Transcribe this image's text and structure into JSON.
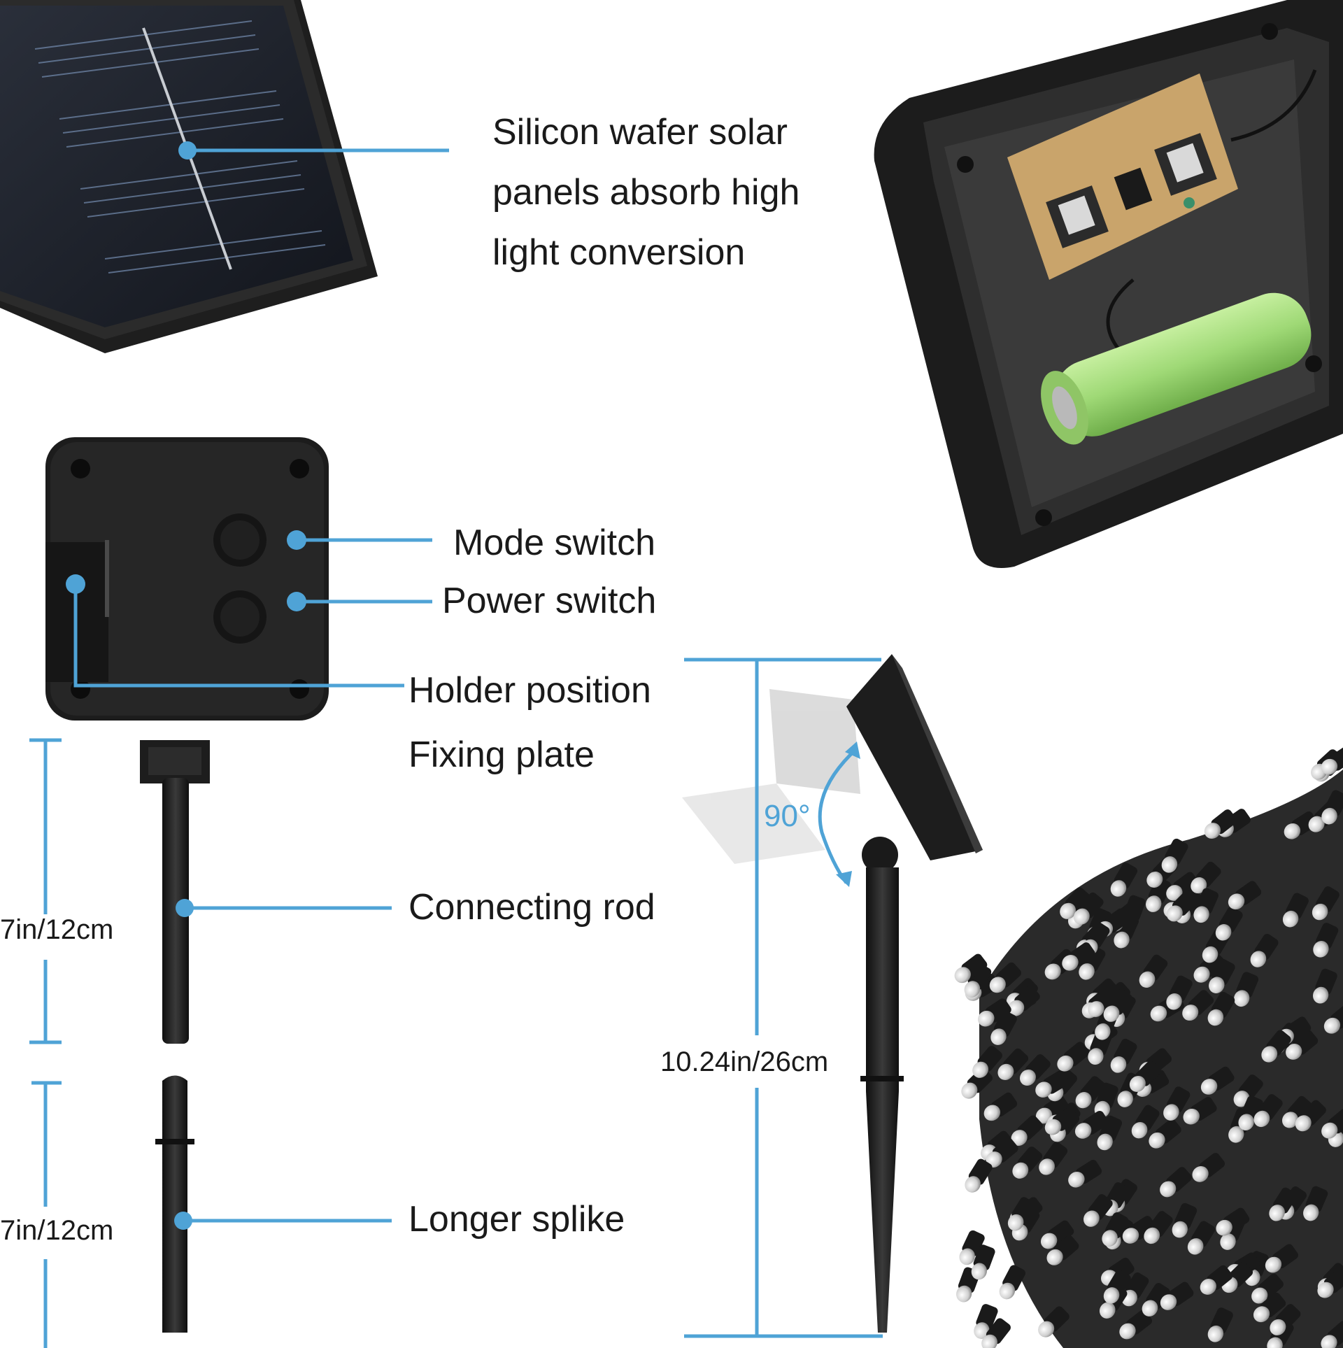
{
  "labels": {
    "solar_panel_line1": "Silicon wafer solar",
    "solar_panel_line2": "panels absorb high",
    "solar_panel_line3": "light conversion",
    "mode_switch": "Mode switch",
    "power_switch": "Power switch",
    "holder_position": "Holder position",
    "fixing_plate": "Fixing plate",
    "connecting_rod": "Connecting rod",
    "longer_spike": "Longer splike"
  },
  "dimensions": {
    "rod_length": "7in/12cm",
    "spike_length": "7in/12cm",
    "total_height": "10.24in/26cm",
    "tilt_angle": "90°"
  },
  "colors": {
    "callout": "#4fa3d6",
    "background": "#ffffff",
    "text": "#1a1a1a",
    "product_black": "#1b1b1b",
    "battery_green": "#a6dc7c",
    "pcb": "#c9a46b"
  }
}
